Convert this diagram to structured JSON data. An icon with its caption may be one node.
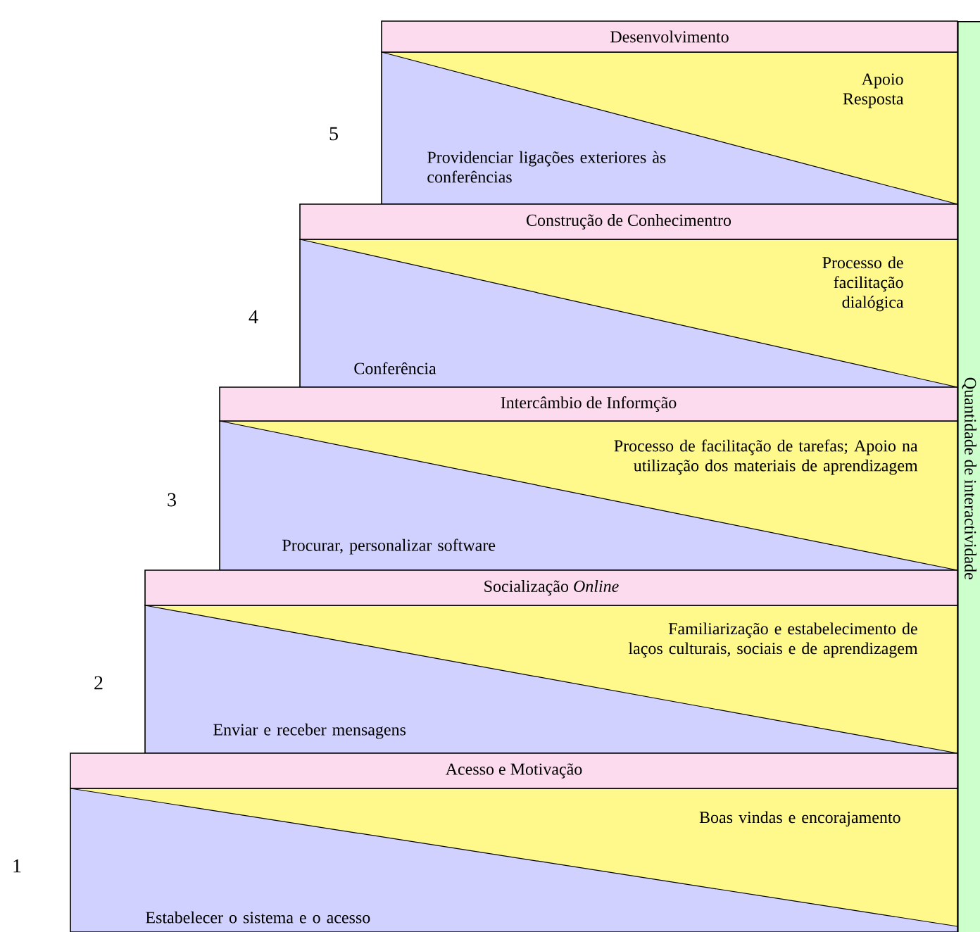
{
  "diagram": {
    "nodes": [
      {
        "text": [
          "Desenvolvimento",
          "Apoio Resposta",
          "Providenciar ligações exteriores às conferências"
        ],
        "beside": [
          "5"
        ]
      },
      {
        "text": [
          "Construção de Conhecimentro",
          "Processo de facilitação dialógica",
          "Conferência"
        ],
        "beside": [
          "4"
        ]
      },
      {
        "text": [
          "Intercâmbio de Informção",
          "Processo de facilitação de tarefas; Apoio na utilização dos materiais de aprendizagem",
          "Procurar, personalizar software"
        ],
        "beside": [
          "3"
        ]
      },
      {
        "text": [
          "Socialização *Online*",
          "Familiarização e estabelecimento de laços culturais, sociais e de aprendizagem",
          "Enviar e receber mensagens"
        ],
        "beside": [
          "2"
        ]
      },
      {
        "text": [
          "Acesso e Motivação",
          "Boas vindas e encorajamento",
          "Estabelecer o sistema e o acesso"
        ],
        "beside": [
          "1"
        ]
      },
      {
        "text": [
          "Quantidade de interactividade"
        ]
      }
    ]
  }
}
